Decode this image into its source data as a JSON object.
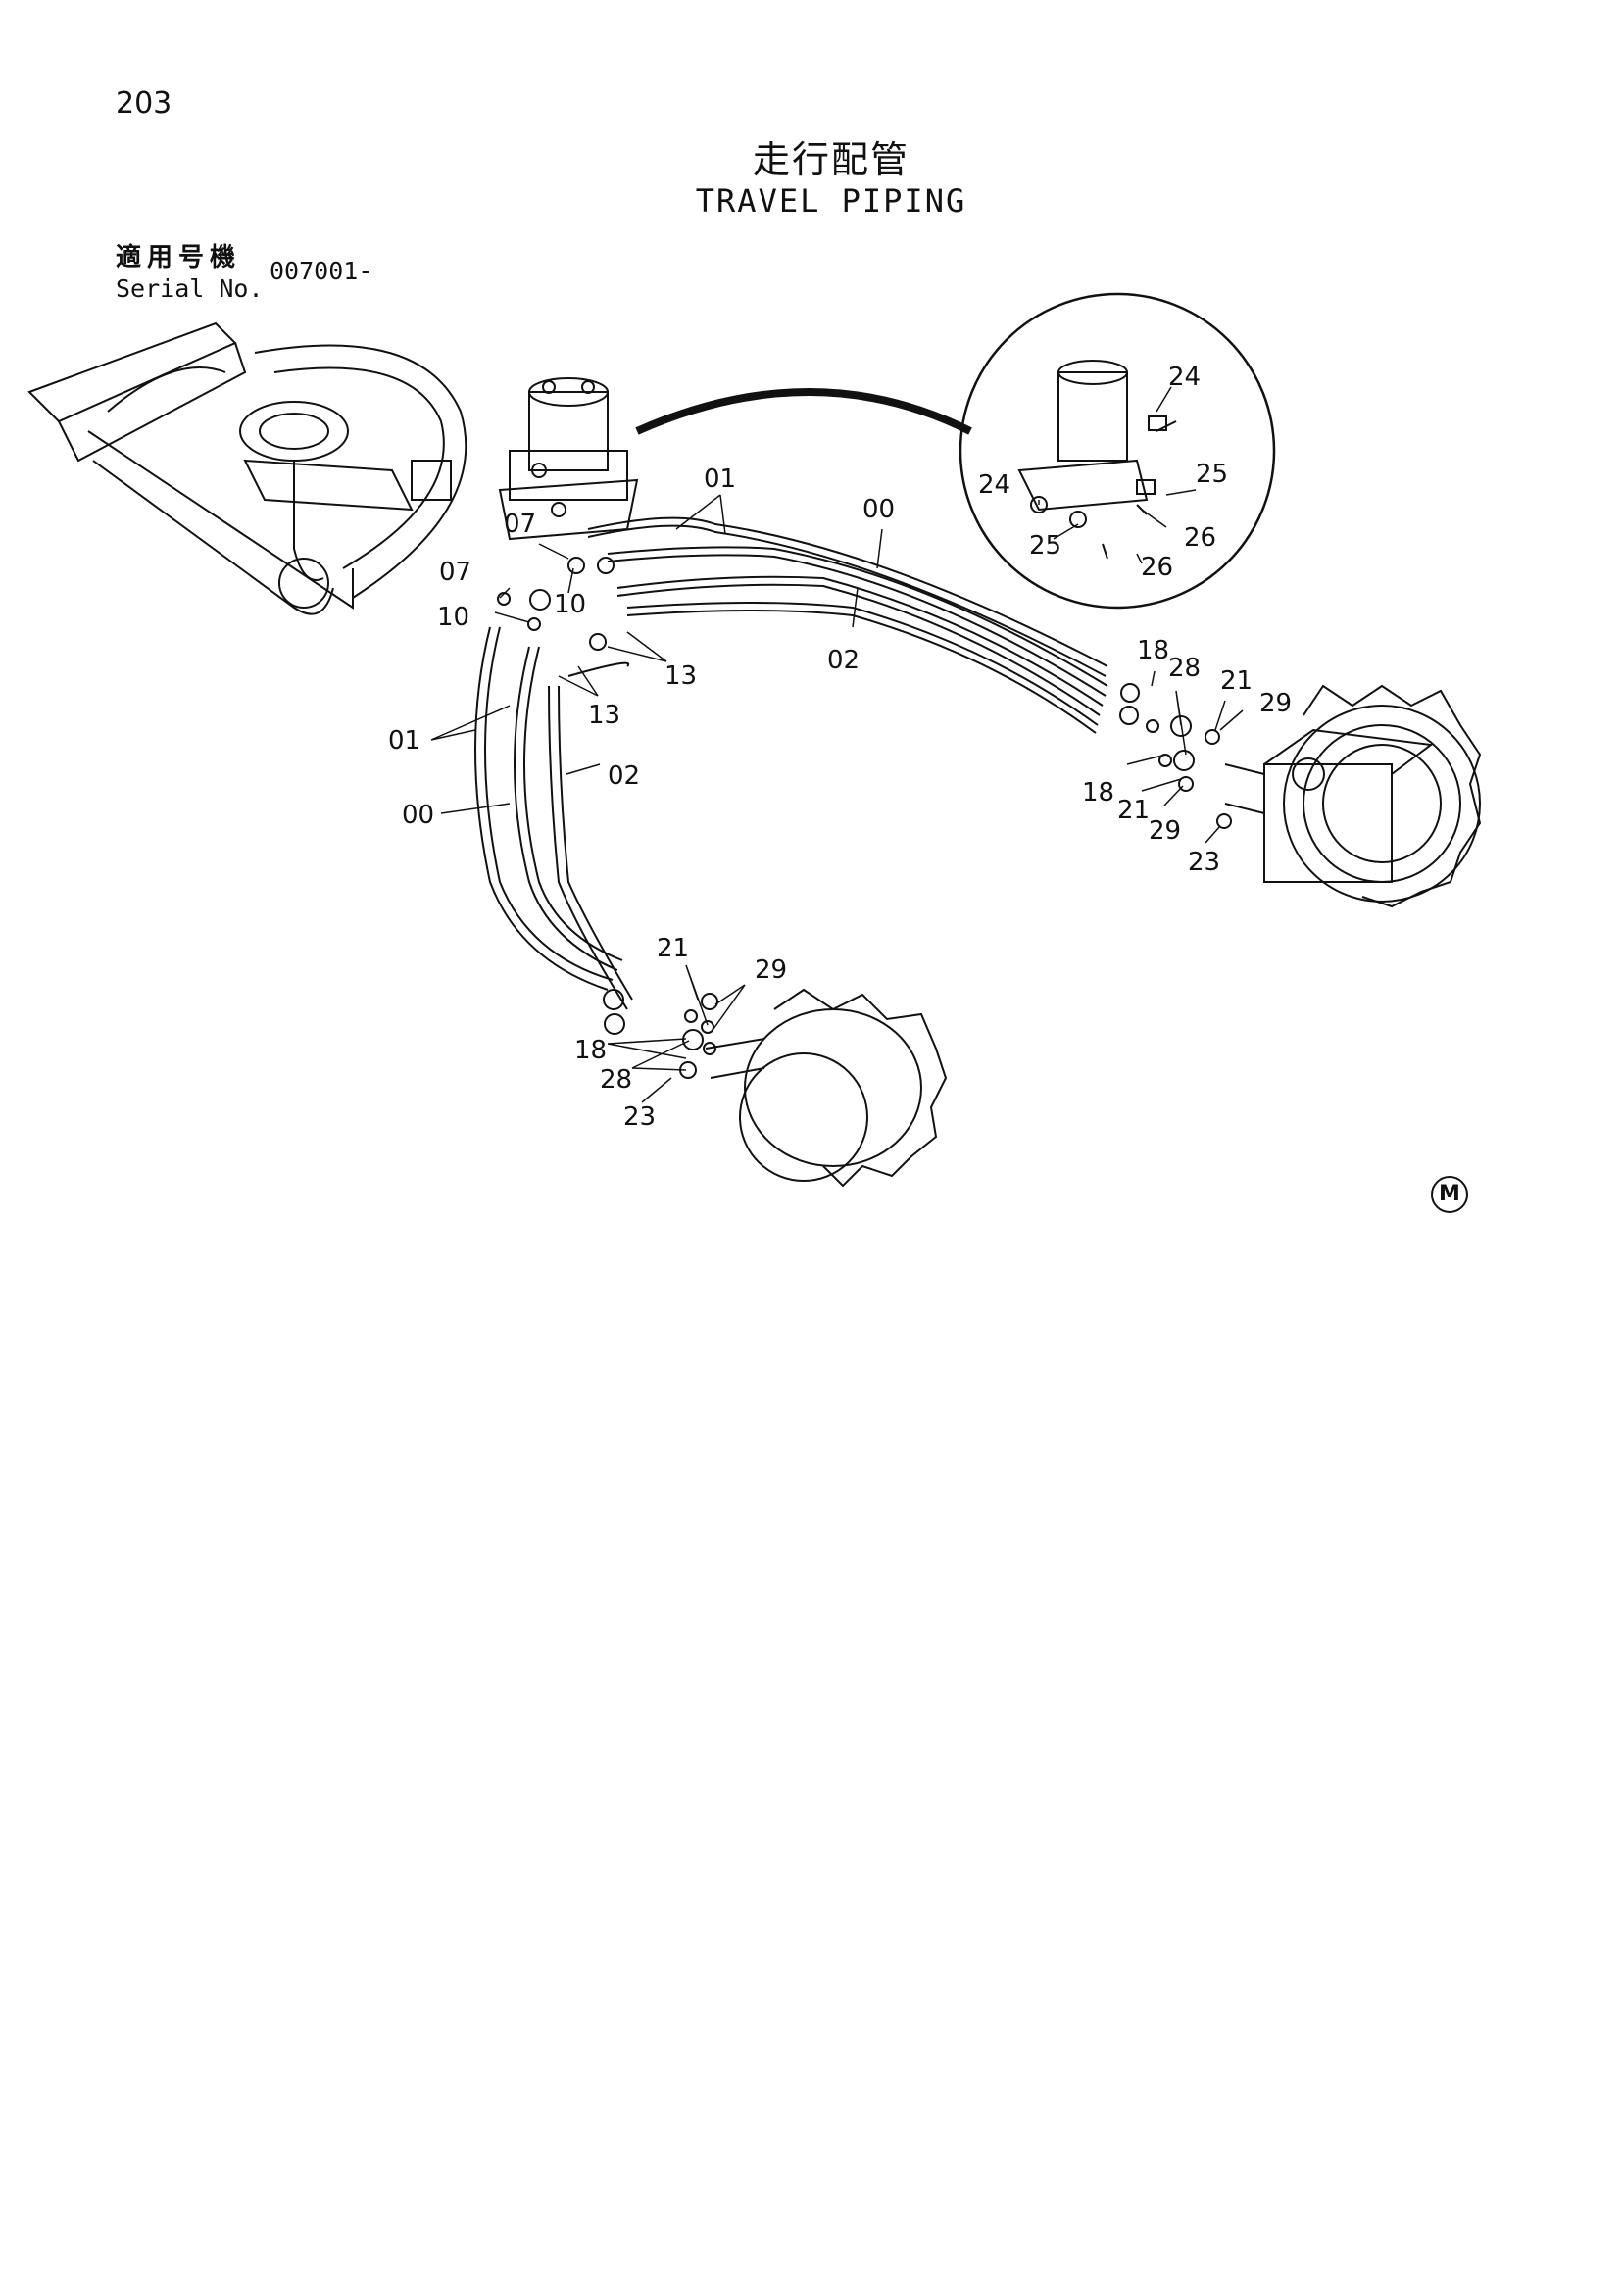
{
  "page": {
    "number": "203",
    "title_jp": "走行配管",
    "title_en": "TRAVEL PIPING"
  },
  "serial": {
    "label_jp": "適用号機",
    "label_en": "Serial No.",
    "value": "007001-"
  },
  "callouts": {
    "c01_top": "01",
    "c00_top": "00",
    "c07_a": "07",
    "c07_b": "07",
    "c10_a": "10",
    "c10_b": "10",
    "c13_a": "13",
    "c13_b": "13",
    "c02_a": "02",
    "c01_left": "01",
    "c02_left": "02",
    "c00_left": "00",
    "c24_a": "24",
    "c24_b": "24",
    "c25_a": "25",
    "c25_b": "25",
    "c26_a": "26",
    "c26_b": "26",
    "r18_a": "18",
    "r28": "28",
    "r21_a": "21",
    "r29_a": "29",
    "r18_b": "18",
    "r21_b": "21",
    "r29_b": "29",
    "r23": "23",
    "b21": "21",
    "b29": "29",
    "b18": "18",
    "b28": "28",
    "b23": "23"
  },
  "mark": "M"
}
